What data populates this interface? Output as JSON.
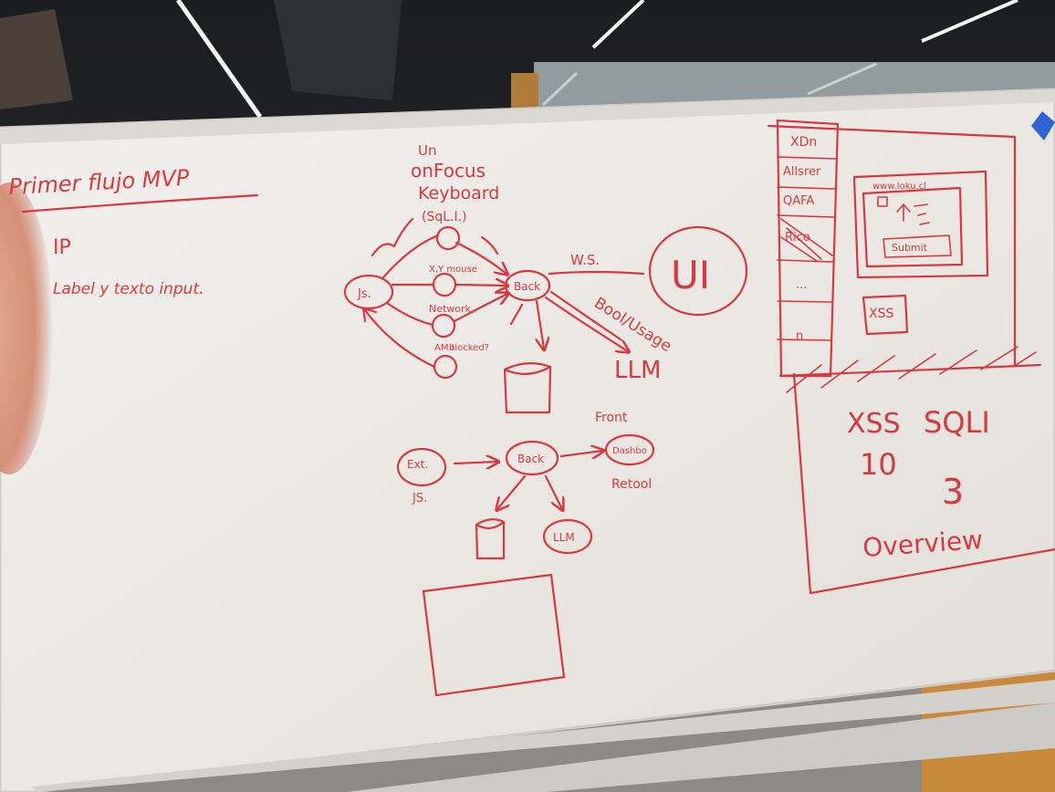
{
  "board": {
    "title": "Primer flujo MVP",
    "notes": [
      "IP",
      "Label y texto input."
    ]
  },
  "diagram_top": {
    "js": "Js.",
    "node_labels": [
      "Un",
      "onFocus",
      "Keyboard",
      "(SqL.I.)",
      "X,Y mouse",
      "Network",
      "AM I",
      "blocked?"
    ],
    "back": "Back",
    "ws": "W.S.",
    "ui": "UI",
    "bool_usage": "Bool/Usage",
    "llm": "LLM"
  },
  "diagram_bottom": {
    "front": "Front",
    "ext": "Ext.",
    "ext_sub": "JS.",
    "back": "Back",
    "dashboard": "Dashbo",
    "retool": "Retool",
    "llm": "LLM"
  },
  "panel": {
    "sidebar": [
      "XDn",
      "Allsrer",
      "QAFA",
      "Rico",
      "...",
      "n"
    ],
    "site": "www.loku.cl",
    "submit": "Submit",
    "xss_box": "XSS",
    "stat_labels": [
      "XSS",
      "SQLI"
    ],
    "stat_values": [
      "10",
      "3"
    ],
    "overview": "Overview"
  }
}
